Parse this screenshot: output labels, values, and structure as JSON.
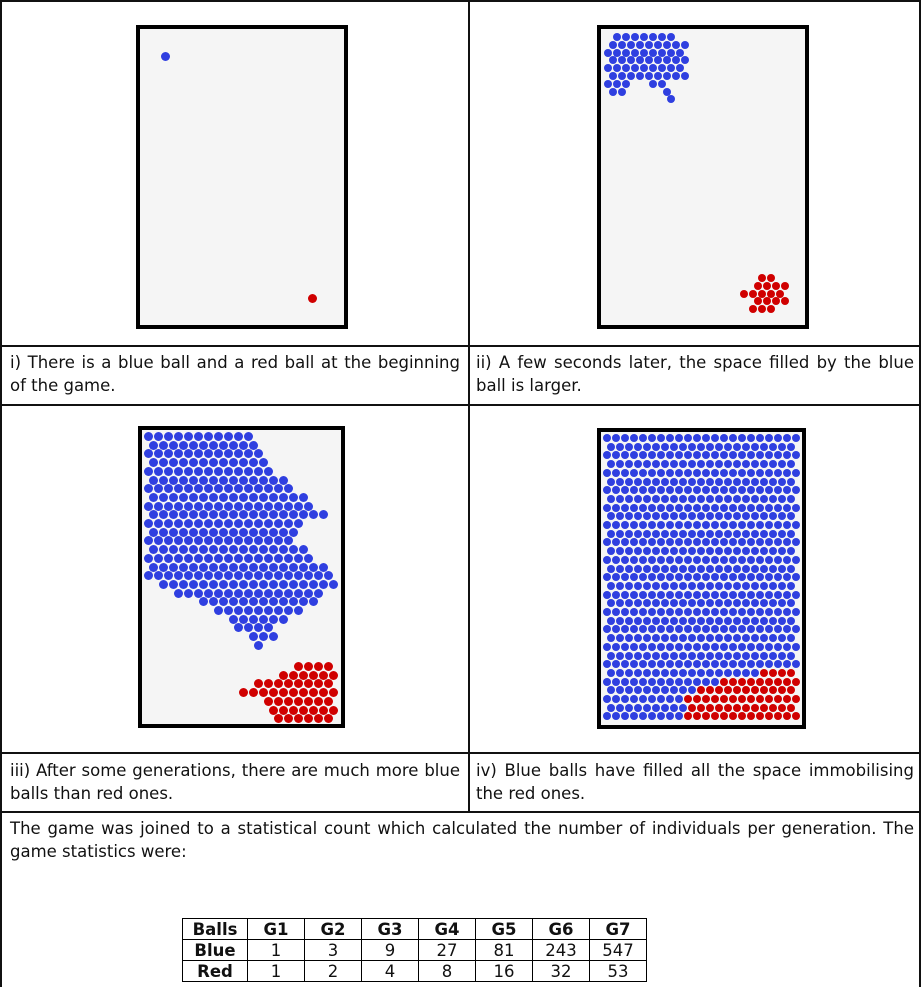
{
  "panels": [
    {
      "caption": "i) There is a blue ball and a red ball at the beginning of the game."
    },
    {
      "caption": "ii) A few seconds later, the space filled by the blue ball is larger."
    },
    {
      "caption": "iii) After some generations, there are much more blue balls than red ones."
    },
    {
      "caption": "iv) Blue balls have filled all the space immobilising the red ones."
    }
  ],
  "intro": "The game was joined to a statistical count which calculated the number of individuals per generation. The game statistics were:",
  "stats": {
    "header": [
      "Balls",
      "G1",
      "G2",
      "G3",
      "G4",
      "G5",
      "G6",
      "G7"
    ],
    "rows": [
      [
        "Blue",
        "1",
        "3",
        "9",
        "27",
        "81",
        "243",
        "547"
      ],
      [
        "Red",
        "1",
        "2",
        "4",
        "8",
        "16",
        "32",
        "53"
      ]
    ]
  },
  "colors": {
    "blue_ball": "#2f3fe0",
    "red_ball": "#d00000",
    "board_border": "#000000",
    "board_fill": "#f5f5f5"
  }
}
